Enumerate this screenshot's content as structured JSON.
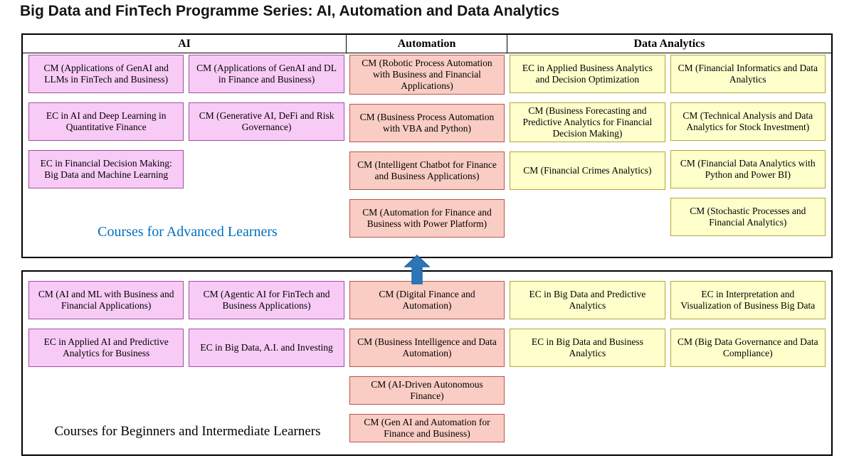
{
  "title": "Big Data and FinTech Programme Series: AI, Automation and Data Analytics",
  "headers": {
    "ai": "AI",
    "automation": "Automation",
    "data_analytics": "Data Analytics"
  },
  "advanced": {
    "caption": "Courses for Advanced Learners",
    "ai_col1": [
      "CM (Applications of GenAI and LLMs in FinTech and Business)",
      "EC in AI and Deep Learning in Quantitative Finance",
      "EC in Financial Decision Making: Big Data and Machine Learning"
    ],
    "ai_col2": [
      "CM (Applications of GenAI and DL in Finance and Business)",
      "CM (Generative AI, DeFi and Risk Governance)"
    ],
    "automation": [
      "CM (Robotic Process Automation with Business and Financial Applications)",
      "CM (Business Process Automation with VBA and Python)",
      "CM (Intelligent Chatbot for Finance and Business Applications)",
      "CM (Automation for Finance and Business with Power Platform)"
    ],
    "da_col1": [
      "EC in Applied Business Analytics and Decision Optimization",
      "CM (Business Forecasting and Predictive Analytics for Financial Decision Making)",
      "CM (Financial Crimes Analytics)"
    ],
    "da_col2": [
      "CM (Financial Informatics and Data Analytics",
      "CM (Technical Analysis and Data Analytics for Stock Investment)",
      "CM (Financial Data Analytics with Python and Power BI)",
      "CM (Stochastic Processes and Financial Analytics)"
    ]
  },
  "beginner": {
    "caption": "Courses for Beginners and Intermediate Learners",
    "ai_col1": [
      "CM (AI and ML with Business and Financial Applications)",
      "EC in Applied AI and Predictive Analytics for Business"
    ],
    "ai_col2": [
      "CM (Agentic AI for FinTech and Business Applications)",
      "EC in Big Data, A.I. and Investing"
    ],
    "automation": [
      "CM (Digital Finance and Automation)",
      "CM (Business Intelligence and Data Automation)",
      "CM (AI-Driven Autonomous Finance)",
      "CM (Gen AI and Automation for Finance and Business)"
    ],
    "da_col1": [
      "EC in Big Data and Predictive Analytics",
      "EC in Big Data and Business Analytics"
    ],
    "da_col2": [
      "EC in Interpretation and Visualization of Business Big Data",
      "CM (Big Data Governance and Data Compliance)"
    ]
  },
  "colors": {
    "ai_fill": "#F8CBF6",
    "ai_border": "#A050A0",
    "automation_fill": "#FACDC4",
    "automation_border": "#B85450",
    "analytics_fill": "#FFFFCC",
    "analytics_border": "#B1A835",
    "arrow_fill": "#2E75B6",
    "advanced_caption_blue": "#0070C0"
  }
}
